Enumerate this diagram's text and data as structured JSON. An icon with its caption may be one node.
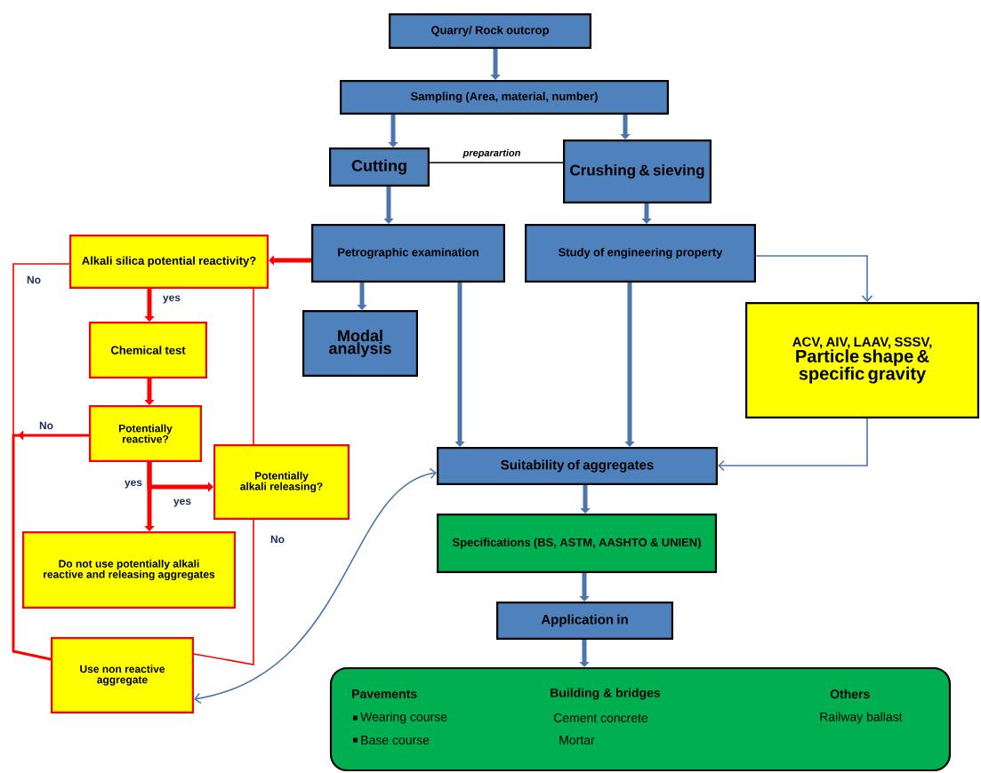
{
  "diagram": {
    "nodes": [
      {
        "text": [
          "Quarry/ Rock outcrop"
        ]
      },
      {
        "text": [
          "Sampling (Area, material, number)"
        ]
      },
      {
        "text": [
          "Cutting"
        ]
      },
      {
        "text": [
          "Crushing & sieving"
        ]
      },
      {
        "text": [
          "Petrographic examination"
        ]
      },
      {
        "text": [
          "Study of engineering property"
        ]
      },
      {
        "text": [
          "Alkali silica potential reactivity?"
        ]
      },
      {
        "text": [
          "Modal analysis"
        ]
      },
      {
        "text": [
          "ACV, AIV, LAAV, SSSV,",
          "Particle shape & specific gravity"
        ]
      },
      {
        "text": [
          "Chemical test"
        ]
      },
      {
        "text": [
          "Potentially reactive?"
        ]
      },
      {
        "text": [
          "Potentially alkali releasing?"
        ]
      },
      {
        "text": [
          "Suitability of aggregates"
        ]
      },
      {
        "text": [
          "Do not use potentially alkali reactive and releasing aggregates"
        ]
      },
      {
        "text": [
          "Specifications (BS, ASTM, AASHTO & UNIEN)"
        ]
      },
      {
        "text": [
          "Application in"
        ]
      },
      {
        "text": [
          "Use non reactive aggregate"
        ]
      },
      {
        "text": [
          "Pavements",
          "Wearing course",
          "Base course",
          "Building & bridges",
          "Cement concrete",
          "Mortar",
          "Others",
          "Railway ballast"
        ]
      }
    ],
    "edges": [
      {
        "from": 0,
        "to": 1,
        "arrow": "to"
      },
      {
        "from": 1,
        "to": 2,
        "arrow": "to"
      },
      {
        "from": 1,
        "to": 3,
        "arrow": "to"
      },
      {
        "from": 2,
        "to": 3,
        "arrow": "none",
        "label": "preparartion",
        "color": "#000000"
      },
      {
        "from": 2,
        "to": 4,
        "arrow": "to"
      },
      {
        "from": 3,
        "to": 5,
        "arrow": "to"
      },
      {
        "from": 4,
        "to": 6,
        "arrow": "to",
        "color": "#ff0000"
      },
      {
        "from": 6,
        "to": 9,
        "arrow": "to",
        "color": "#ff0000",
        "label": "yes"
      },
      {
        "from": 9,
        "to": 10,
        "arrow": "to",
        "color": "#ff0000"
      },
      {
        "from": 10,
        "to": 13,
        "arrow": "to",
        "color": "#ff0000",
        "label": "yes"
      },
      {
        "from": 10,
        "to": 11,
        "arrow": "to",
        "color": "#ff0000",
        "label": "yes"
      },
      {
        "from": 10,
        "to": 16,
        "arrow": "to",
        "color": "#ff0000",
        "label": "No"
      },
      {
        "from": 6,
        "to": 16,
        "arrow": "none",
        "color": "#ff0000",
        "label": "No"
      },
      {
        "from": 6,
        "to": 11,
        "arrow": "none",
        "color": "#ff0000"
      },
      {
        "from": 11,
        "to": 16,
        "arrow": "none",
        "color": "#ff0000",
        "label": "No"
      },
      {
        "from": 4,
        "to": 7,
        "arrow": "to"
      },
      {
        "from": 4,
        "to": 12,
        "arrow": "to"
      },
      {
        "from": 5,
        "to": 12,
        "arrow": "to"
      },
      {
        "from": 5,
        "to": 8,
        "arrow": "to"
      },
      {
        "from": 8,
        "to": 12,
        "arrow": "to"
      },
      {
        "from": 12,
        "to": 16,
        "arrow": "both"
      },
      {
        "from": 12,
        "to": 14,
        "arrow": "to"
      },
      {
        "from": 14,
        "to": 15,
        "arrow": "to"
      },
      {
        "from": 15,
        "to": 17,
        "arrow": "to"
      }
    ]
  }
}
